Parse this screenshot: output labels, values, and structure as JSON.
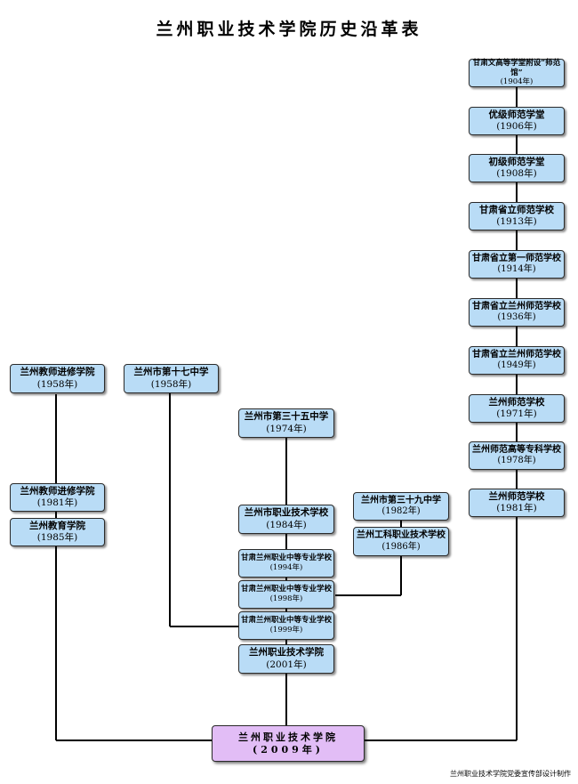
{
  "title": "兰州职业技术学院历史沿革表",
  "credit": "兰州职业技术学院党委宣传部设计制作",
  "nodes": [
    {
      "name": "甘肃文高等学堂附设“师范馆”",
      "year": "(1904年)"
    },
    {
      "name": "优级师范学堂",
      "year": "(1906年)"
    },
    {
      "name": "初级师范学堂",
      "year": "(1908年)"
    },
    {
      "name": "甘肃省立师范学校",
      "year": "(1913年)"
    },
    {
      "name": "甘肃省立第一师范学校",
      "year": "(1914年)"
    },
    {
      "name": "甘肃省立兰州师范学校",
      "year": "(1936年)"
    },
    {
      "name": "甘肃省立兰州师范学校",
      "year": "(1949年)"
    },
    {
      "name": "兰州师范学校",
      "year": "(1971年)"
    },
    {
      "name": "兰州师范高等专科学校",
      "year": "(1978年)"
    },
    {
      "name": "兰州师范学校",
      "year": "(1981年)"
    },
    {
      "name": "兰州教师进修学院",
      "year": "(1958年)"
    },
    {
      "name": "兰州教师进修学院",
      "year": "(1981年)"
    },
    {
      "name": "兰州教育学院",
      "year": "(1985年)"
    },
    {
      "name": "兰州市第十七中学",
      "year": "(1958年)"
    },
    {
      "name": "兰州市第三十五中学",
      "year": "(1974年)"
    },
    {
      "name": "兰州市职业技术学校",
      "year": "(1984年)"
    },
    {
      "name": "甘肃兰州职业中等专业学校",
      "year": "(1994年)"
    },
    {
      "name": "甘肃兰州职业中等专业学校",
      "year": "(1998年)"
    },
    {
      "name": "甘肃兰州职业中等专业学校",
      "year": "(1999年)"
    },
    {
      "name": "兰州职业技术学院",
      "year": "(2001年)"
    },
    {
      "name": "兰州市第三十九中学",
      "year": "(1982年)"
    },
    {
      "name": "兰州工科职业技术学校",
      "year": "(1986年)"
    },
    {
      "name": "兰州职业技术学院",
      "year": "(2009年)"
    }
  ]
}
